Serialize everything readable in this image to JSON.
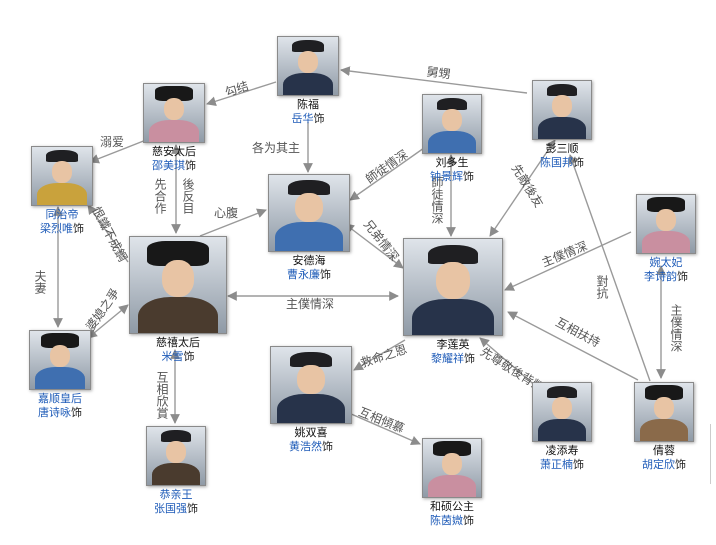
{
  "nodes": {
    "chenfu": {
      "name": "陈福",
      "actor": "岳华",
      "suffix": "饰"
    },
    "cian": {
      "name": "慈安太后",
      "actor": "邵美琪",
      "suffix": "饰"
    },
    "liuduosheng": {
      "name": "刘多生",
      "actor": "钟景辉",
      "suffix": "饰"
    },
    "pengsanshun": {
      "name": "彭三顺",
      "actor": "陈国邦",
      "suffix": "饰"
    },
    "tongzhi": {
      "name": "同治帝",
      "actor": "梁烈唯",
      "suffix": "饰"
    },
    "andehai": {
      "name": "安德海",
      "actor": "曹永廉",
      "suffix": "饰"
    },
    "wantaifei": {
      "name": "婉太妃",
      "actor": "李诗韵",
      "suffix": "饰"
    },
    "cixi": {
      "name": "慈禧太后",
      "actor": "米雪",
      "suffix": "饰"
    },
    "lilianying": {
      "name": "李莲英",
      "actor": "黎耀祥",
      "suffix": "饰"
    },
    "jiashun": {
      "name": "嘉顺皇后",
      "actor": "唐诗咏",
      "suffix": "饰"
    },
    "yaoshuangxi": {
      "name": "姚双喜",
      "actor": "黄浩然",
      "suffix": "饰"
    },
    "lingtianshou": {
      "name": "凌添寿",
      "actor": "萧正楠",
      "suffix": "饰"
    },
    "qianrong": {
      "name": "倩蓉",
      "actor": "胡定欣",
      "suffix": "饰"
    },
    "gongqinwang": {
      "name": "恭亲王",
      "actor": "张国强",
      "suffix": "饰"
    },
    "heshuo": {
      "name": "和硕公主",
      "actor": "陈茵媺",
      "suffix": "饰"
    }
  },
  "edges": {
    "goujie": "勾结",
    "jiusheng": "舅甥",
    "niai": "溺爱",
    "geweiqizhu": "各为其主",
    "shituqingshen_a": "師徒情深",
    "xianhezuo": "先合作",
    "houfanmu": "後反目",
    "xinfu": "心腹",
    "shituqingshen_b": "師徒情深",
    "xiongdiqingshen": "兄弟情深",
    "xiandijiuhuo": "先敵後友",
    "fuqi": "夫妻",
    "jiangtiebucheng": "恨鐵不成鋼",
    "poxizhizheng": "婆媳之爭",
    "zhupuqingshen_a": "主僕情深",
    "zhupuqingshen_b": "主僕情深",
    "duikang": "對抗",
    "zhupuqingshen_c": "主僕情深",
    "huxiangfuchi": "互相扶持",
    "huxiangxinshang": "互相欣賞",
    "jiumingzhien": "救命之恩",
    "xianxiaohoubei": "先尊敬後背叛",
    "huxiangqingmu": "互相傾慕"
  }
}
